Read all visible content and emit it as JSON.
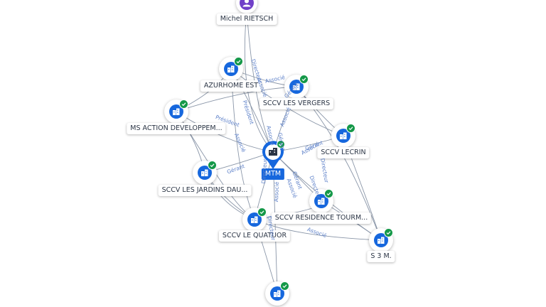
{
  "colors": {
    "accent": "#1667dd",
    "check": "#149848",
    "person": "#7040c8",
    "edge": "#8a96a8",
    "edge_label": "#5b7fc8"
  },
  "person": {
    "label": "Michel RIETSCH",
    "icon": "person-icon"
  },
  "center": {
    "label": "MTM",
    "icon": "building-icon"
  },
  "companies": [
    {
      "key": "azurhome",
      "label": "AZURHOME EST"
    },
    {
      "key": "vergers",
      "label": "SCCV LES VERGERS"
    },
    {
      "key": "msaction",
      "label": "MS ACTION DEVELOPPEM..."
    },
    {
      "key": "lecrin",
      "label": "SCCV LECRIN"
    },
    {
      "key": "jardins",
      "label": "SCCV LES JARDINS DAU..."
    },
    {
      "key": "residence",
      "label": "SCCV RESIDENCE TOURM..."
    },
    {
      "key": "quatuor",
      "label": "SCCV LE QUATUOR"
    },
    {
      "key": "s3m",
      "label": "S 3 M."
    },
    {
      "key": "bottom",
      "label": ""
    }
  ],
  "edge_labels": [
    "Directeur",
    "Associé",
    "Président",
    "Associé",
    "Gérant",
    "Associé",
    "Gérant",
    "Associé",
    "Président",
    "Associé",
    "Gérant",
    "Gérant",
    "Associé",
    "Directeur",
    "Gérant",
    "Directeur",
    "Associé",
    "Directeur",
    "Associé",
    "Directeur",
    "Associé"
  ]
}
